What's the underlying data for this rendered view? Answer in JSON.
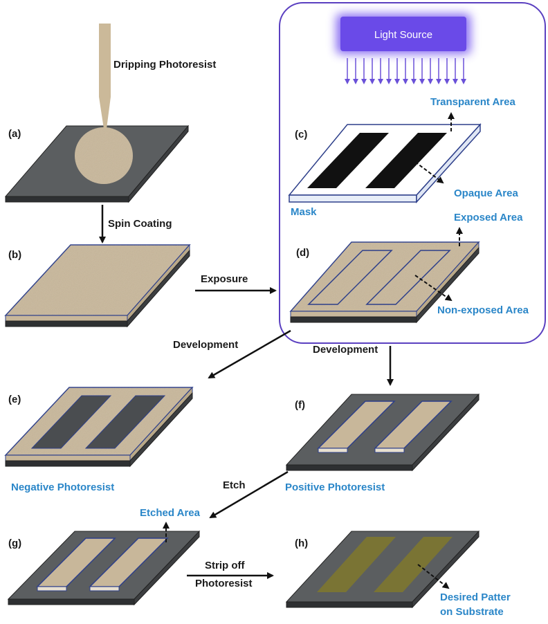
{
  "labels": {
    "light_source": "Light Source",
    "dripping": "Dripping Photoresist",
    "spin_coating": "Spin Coating",
    "exposure": "Exposure",
    "development_left": "Development",
    "development_right": "Development",
    "etch": "Etch",
    "strip_line1": "Strip off",
    "strip_line2": "Photoresist",
    "transparent_area": "Transparent Area",
    "opaque_area": "Opaque Area",
    "mask": "Mask",
    "exposed_area": "Exposed Area",
    "non_exposed_area": "Non-exposed Area",
    "negative_photoresist": "Negative Photoresist",
    "positive_photoresist": "Positive Photoresist",
    "etched_area": "Etched Area",
    "desired_line1": "Desired Patter",
    "desired_line2": "on Substrate"
  },
  "steps": {
    "a": "(a)",
    "b": "(b)",
    "c": "(c)",
    "d": "(d)",
    "e": "(e)",
    "f": "(f)",
    "g": "(g)",
    "h": "(h)"
  },
  "colors": {
    "substrate": "#5b5e60",
    "photoresist": "#c8b79a",
    "edge_blue": "#2d3f8a",
    "label_blue": "#2a86c8",
    "light_box": "#6a4ae8",
    "frame": "#5a3fc0",
    "pattern": "#7a7434"
  }
}
